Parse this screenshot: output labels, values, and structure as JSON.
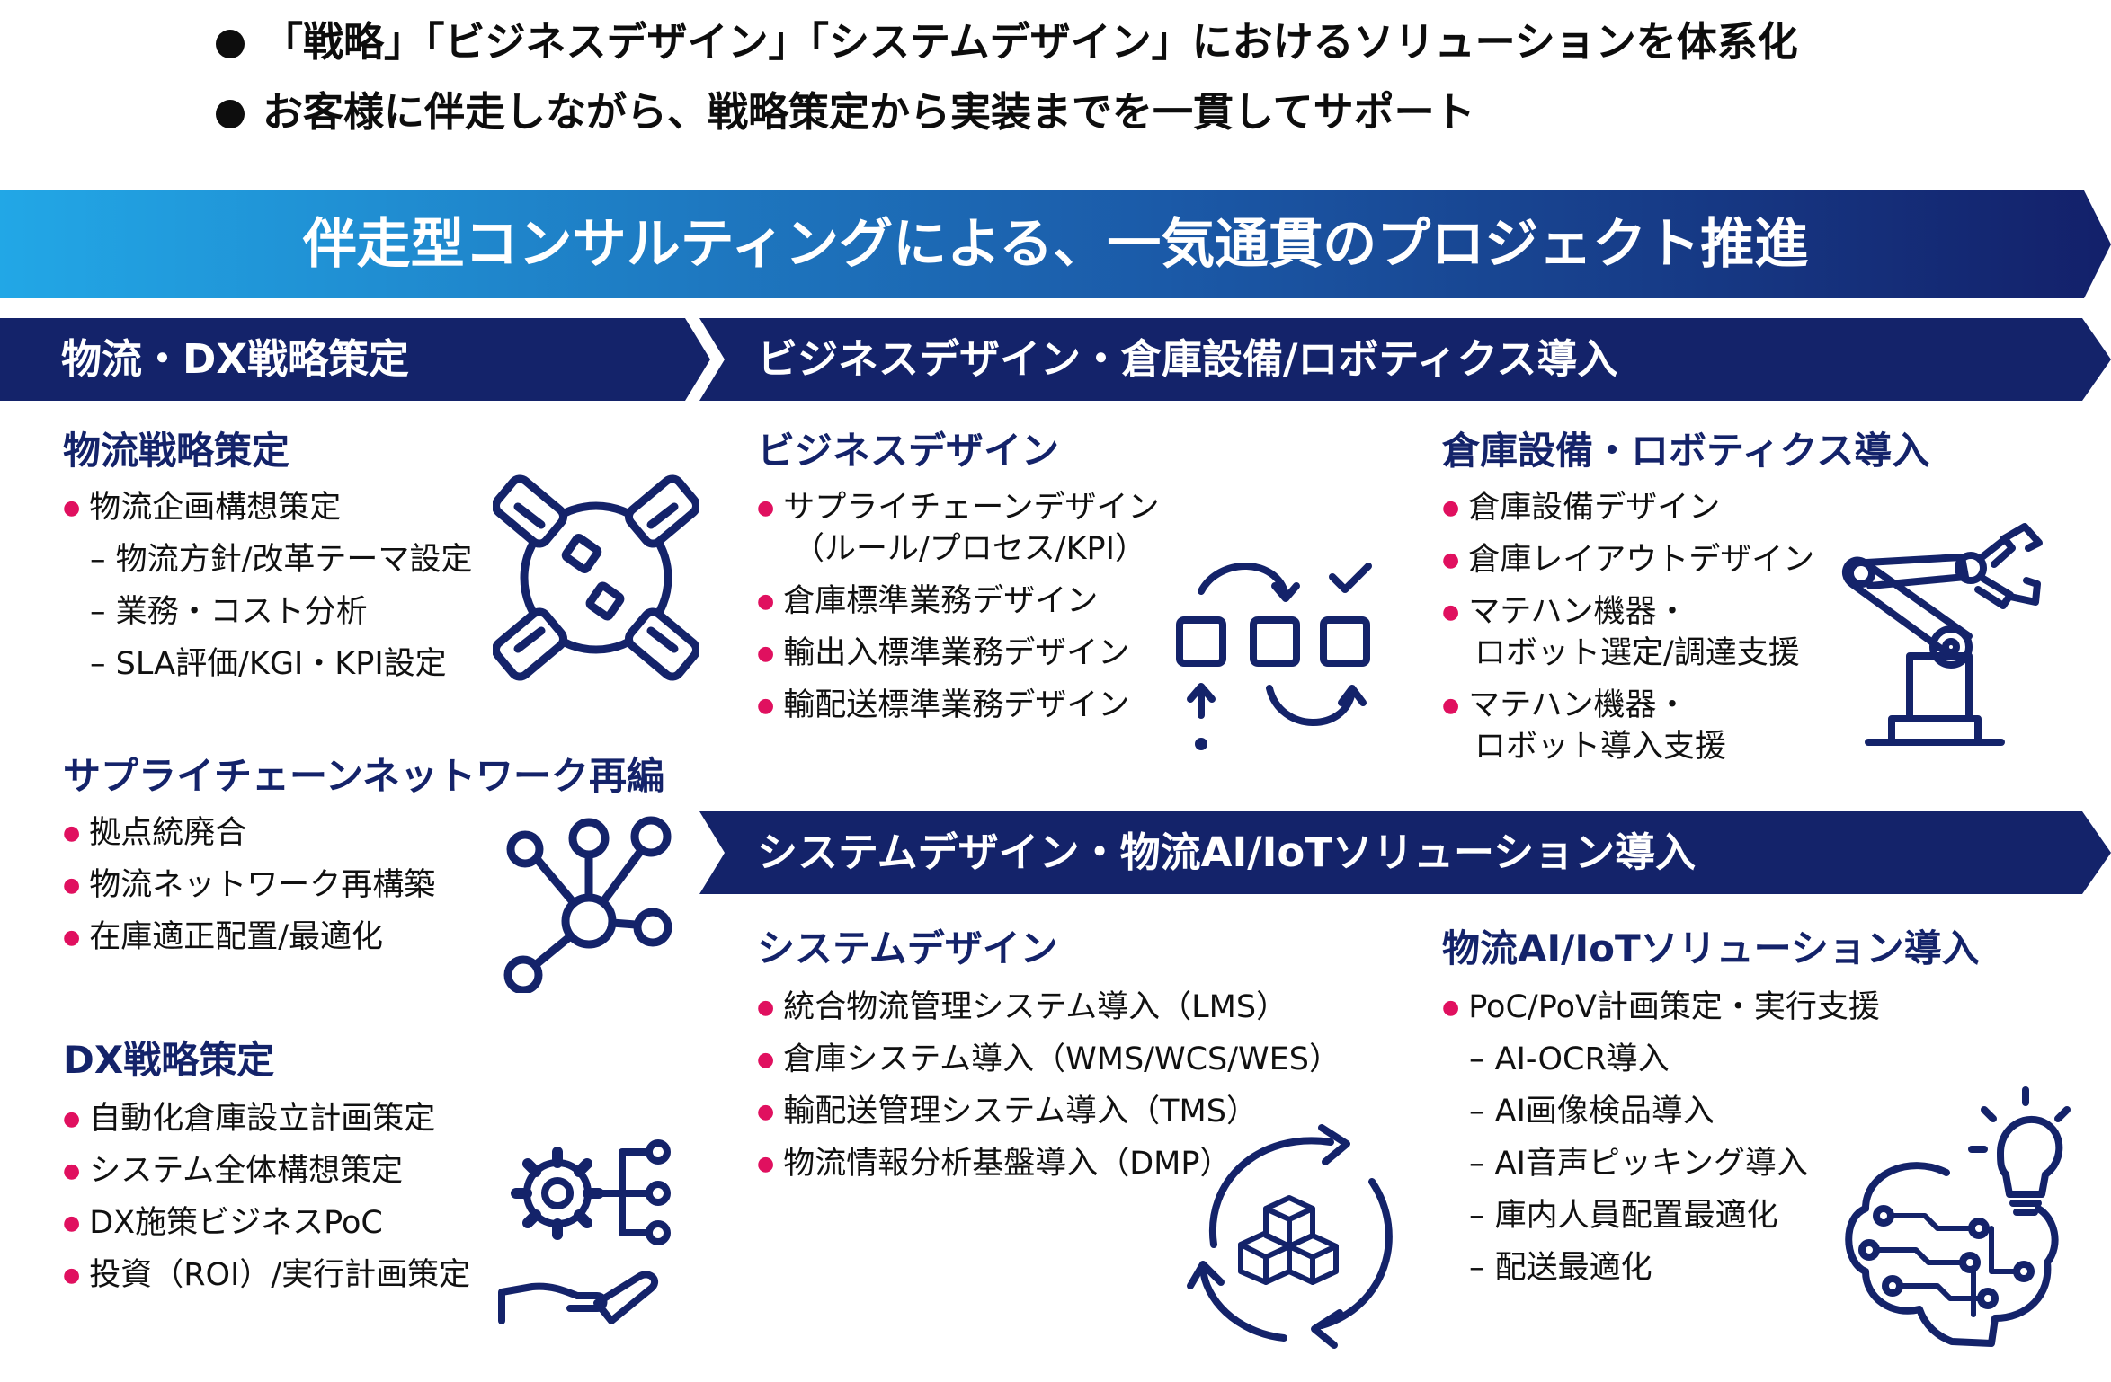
{
  "top_points": [
    "「戦略」「ビジネスデザイン」「システムデザイン」におけるソリューションを体系化",
    "お客様に伴走しながら、戦略策定から実装までを一貫してサポート"
  ],
  "banner": {
    "title": "伴走型コンサルティングによる、一気通貫のプロジェクト推進"
  },
  "headers": {
    "strategy": "物流・DX戦略策定",
    "business": "ビジネスデザイン・倉庫設備/ロボティクス導入",
    "system": "システムデザイン・物流AI/IoTソリューション導入"
  },
  "sections": {
    "logistics_strategy": {
      "title": "物流戦略策定",
      "items": [
        {
          "text": "物流企画構想策定",
          "kind": "bullet"
        },
        {
          "text": "– 物流方針/改革テーマ設定",
          "kind": "sub"
        },
        {
          "text": "– 業務・コスト分析",
          "kind": "sub"
        },
        {
          "text": "– SLA評価/KGI・KPI設定",
          "kind": "sub"
        }
      ]
    },
    "supply_chain_network": {
      "title": "サプライチェーンネットワーク再編",
      "items": [
        {
          "text": "拠点統廃合",
          "kind": "bullet"
        },
        {
          "text": "物流ネットワーク再構築",
          "kind": "bullet"
        },
        {
          "text": "在庫適正配置/最適化",
          "kind": "bullet"
        }
      ]
    },
    "dx_strategy": {
      "title": "DX戦略策定",
      "items": [
        {
          "text": "自動化倉庫設立計画策定",
          "kind": "bullet"
        },
        {
          "text": "システム全体構想策定",
          "kind": "bullet"
        },
        {
          "text": "DX施策ビジネスPoC",
          "kind": "bullet"
        },
        {
          "text": "投資（ROI）/実行計画策定",
          "kind": "bullet"
        }
      ]
    },
    "business_design": {
      "title": "ビジネスデザイン",
      "items": [
        {
          "text": "サプライチェーンデザイン",
          "kind": "bullet"
        },
        {
          "text": "（ルール/プロセス/KPI）",
          "kind": "cont"
        },
        {
          "text": "倉庫標準業務デザイン",
          "kind": "bullet"
        },
        {
          "text": "輸出入標準業務デザイン",
          "kind": "bullet"
        },
        {
          "text": "輸配送標準業務デザイン",
          "kind": "bullet"
        }
      ]
    },
    "warehouse_robotics": {
      "title": "倉庫設備・ロボティクス導入",
      "items": [
        {
          "text": "倉庫設備デザイン",
          "kind": "bullet"
        },
        {
          "text": "倉庫レイアウトデザイン",
          "kind": "bullet"
        },
        {
          "text": "マテハン機器・",
          "kind": "bullet"
        },
        {
          "text": "ロボット選定/調達支援",
          "kind": "cont2"
        },
        {
          "text": "マテハン機器・",
          "kind": "bullet"
        },
        {
          "text": "ロボット導入支援",
          "kind": "cont2"
        }
      ]
    },
    "system_design": {
      "title": "システムデザイン",
      "items": [
        {
          "text": "統合物流管理システム導入（LMS）",
          "kind": "bullet"
        },
        {
          "text": "倉庫システム導入（WMS/WCS/WES）",
          "kind": "bullet"
        },
        {
          "text": "輸配送管理システム導入（TMS）",
          "kind": "bullet"
        },
        {
          "text": "物流情報分析基盤導入（DMP）",
          "kind": "bullet"
        }
      ]
    },
    "ai_iot": {
      "title": "物流AI/IoTソリューション導入",
      "items": [
        {
          "text": "PoC/PoV計画策定・実行支援",
          "kind": "bullet"
        },
        {
          "text": "– AI-OCR導入",
          "kind": "sub"
        },
        {
          "text": "– AI画像検品導入",
          "kind": "sub"
        },
        {
          "text": "– AI音声ピッキング導入",
          "kind": "sub"
        },
        {
          "text": "– 庫内人員配置最適化",
          "kind": "sub"
        },
        {
          "text": "– 配送最適化",
          "kind": "sub"
        }
      ]
    }
  },
  "colors": {
    "navy": "#14236a",
    "banner_start": "#22a7e6",
    "banner_end": "#13206a",
    "bullet": "#e0105f"
  },
  "icons": {
    "logistics_strategy": "handshake-circle-icon",
    "supply_chain_network": "network-hub-icon",
    "dx_strategy": "gear-hand-icon",
    "business_design": "process-flow-icon",
    "warehouse_robotics": "robot-arm-icon",
    "system_design": "cycle-boxes-icon",
    "ai_iot": "brain-bulb-icon"
  }
}
